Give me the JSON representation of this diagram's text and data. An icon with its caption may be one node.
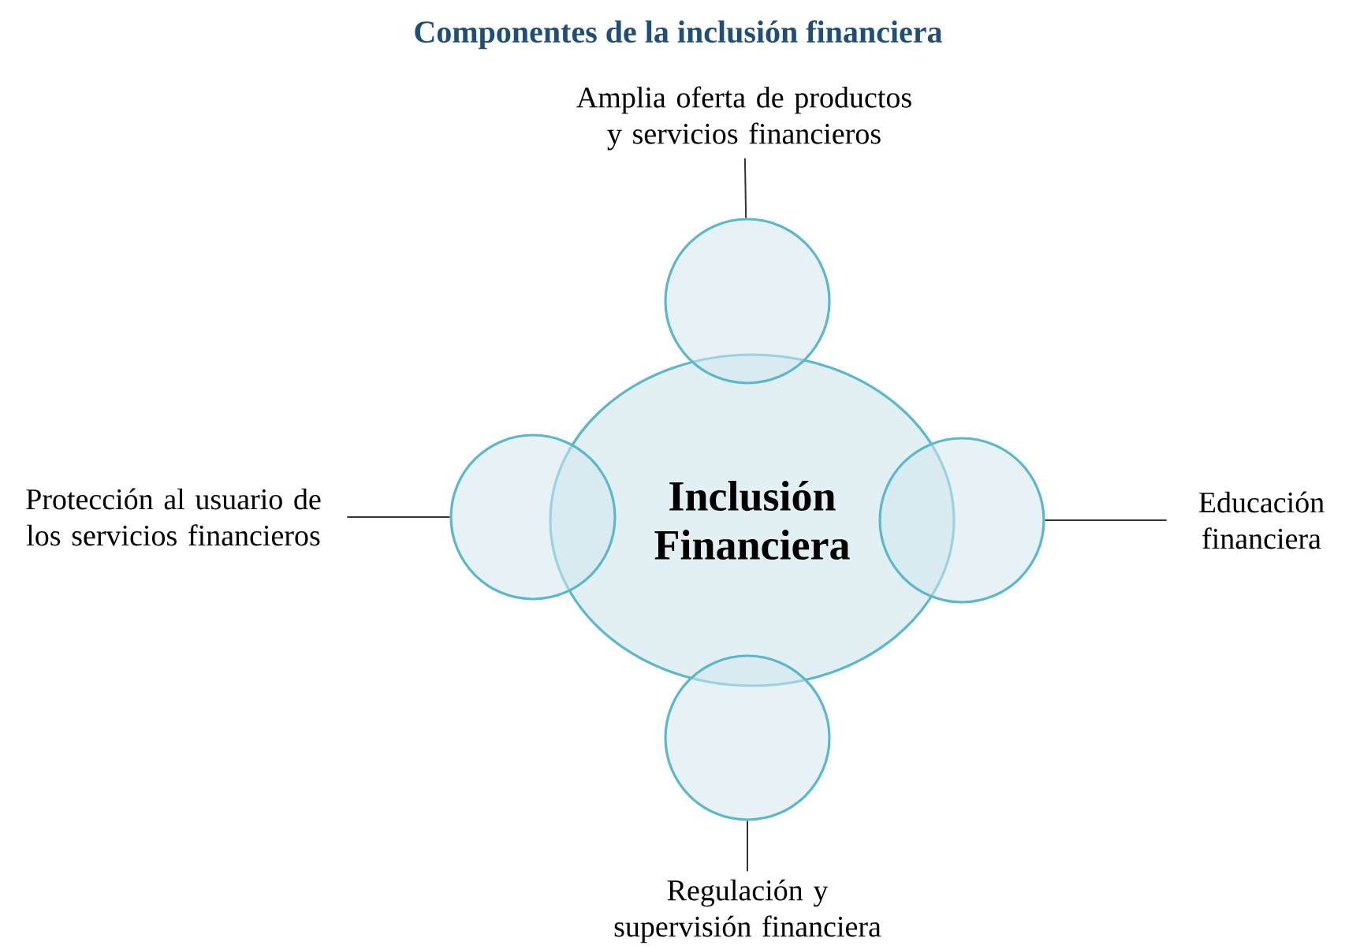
{
  "diagram": {
    "title": "Componentes de la inclusión financiera",
    "nodes": [
      {
        "text": [
          "Inclusión Financiera"
        ]
      },
      {
        "text": [],
        "shape": "circle"
      },
      {
        "text": [],
        "shape": "circle"
      },
      {
        "text": [],
        "shape": "circle"
      },
      {
        "text": [],
        "shape": "circle"
      },
      {
        "text": [
          "Amplia  oferta de productos y servicios financieros"
        ]
      },
      {
        "text": [
          "Protección al usuario de los servicios financieros"
        ]
      },
      {
        "text": [
          "Educación financiera"
        ]
      },
      {
        "text": [
          "Regulación  y supervisión financiera"
        ]
      }
    ],
    "edges": [
      {
        "from": 5,
        "to": 1,
        "arrow": "none"
      },
      {
        "from": 6,
        "to": 2,
        "arrow": "none"
      },
      {
        "from": 7,
        "to": 3,
        "arrow": "none"
      },
      {
        "from": 8,
        "to": 4,
        "arrow": "none"
      }
    ]
  }
}
